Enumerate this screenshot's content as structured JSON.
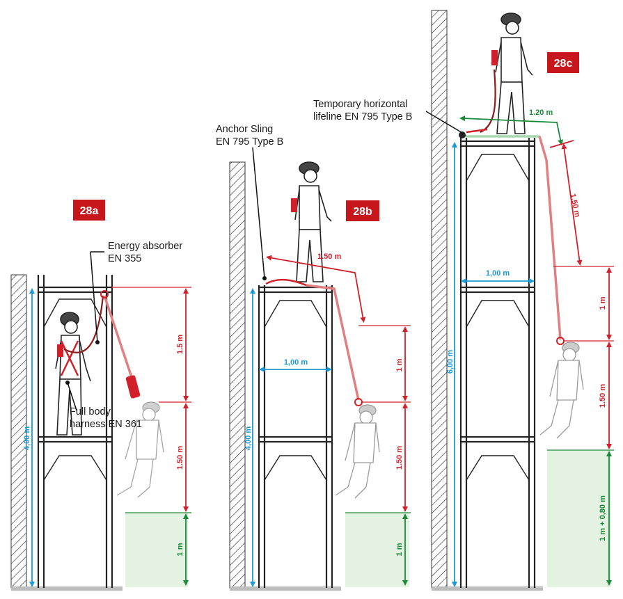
{
  "colors": {
    "red": "#d2202a",
    "blue": "#1a9ad6",
    "green": "#1a8a3a",
    "green_fill": "#e3f2e1",
    "badge": "#c8161d",
    "ground": "#bdbdbd"
  },
  "panels": {
    "a": {
      "badge": "28a",
      "label_absorber": [
        "Energy absorber",
        "EN 355"
      ],
      "label_harness": [
        "Full body",
        "harness EN 361"
      ],
      "dim_height": "4,00 m",
      "dim_fall_1": "1.5 m",
      "dim_fall_2": "1.50 m",
      "dim_clear": "1 m"
    },
    "b": {
      "badge": "28b",
      "label_anchor": [
        "Anchor Sling",
        "EN 795 Type B"
      ],
      "dim_lanyard": "1.50 m",
      "dim_width": "1,00 m",
      "dim_height": "4,00 m",
      "dim_fall_1": "1 m",
      "dim_fall_2": "1.50 m",
      "dim_clear": "1 m"
    },
    "c": {
      "badge": "28c",
      "label_lifeline": [
        "Temporary horizontal",
        "lifeline EN 795 Type B"
      ],
      "dim_top": "1.20 m",
      "dim_lanyard": "1.50 m",
      "dim_width": "1,00 m",
      "dim_height": "6,00 m",
      "dim_fall_1": "1 m",
      "dim_fall_2": "1.50 m",
      "dim_clear": "1 m + 0,80 m"
    }
  }
}
